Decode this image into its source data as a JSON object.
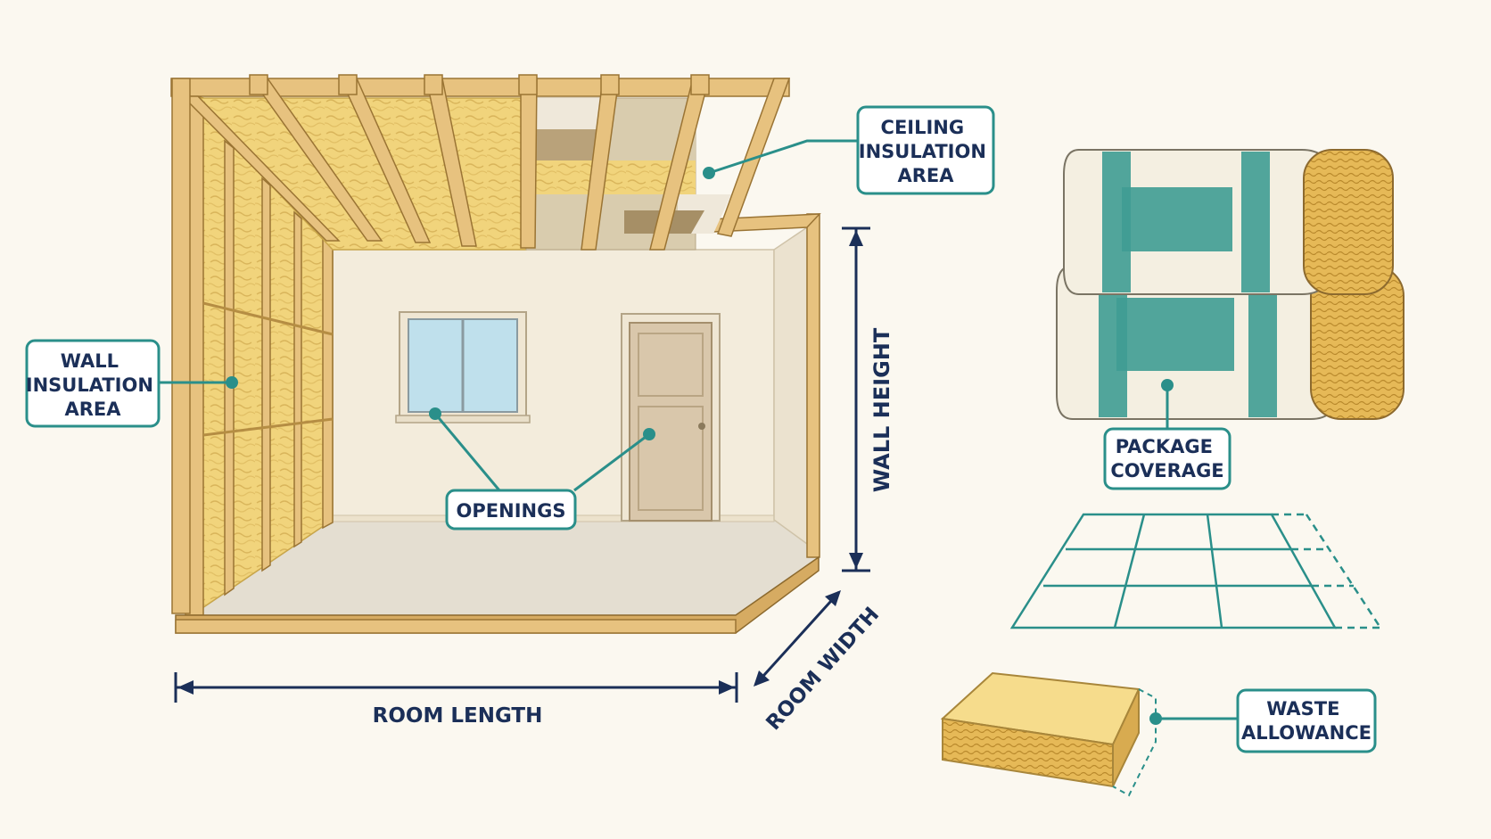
{
  "labels": {
    "ceiling": [
      "CEILING",
      "INSULATION",
      "AREA"
    ],
    "wall": [
      "WALL",
      "INSULATION",
      "AREA"
    ],
    "openings": "OPENINGS",
    "package": [
      "PACKAGE",
      "COVERAGE"
    ],
    "waste": [
      "WASTE",
      "ALLOWANCE"
    ],
    "wall_height": "WALL HEIGHT",
    "room_length": "ROOM LENGTH",
    "room_width": "ROOM WIDTH"
  },
  "colors": {
    "accent": "#2a8f8a",
    "text": "#1b2f58",
    "wood": "#e7c27f",
    "insulation": "#f0d27a",
    "background": "#fbf8f0",
    "wall": "#f3ecdc",
    "floor": "#e4ded1",
    "door": "#d9c7ab",
    "window_glass": "#bfe0ec",
    "package_wrap": "#f4efe1"
  },
  "icons": [
    "insulation-package-icon",
    "coverage-grid-icon",
    "insulation-batt-icon"
  ]
}
